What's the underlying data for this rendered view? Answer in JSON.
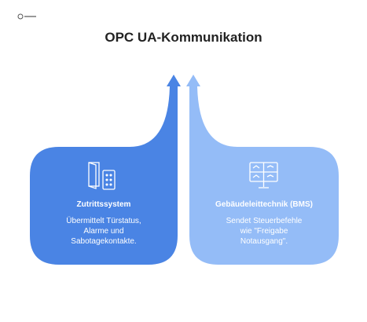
{
  "title": "OPC UA-Kommunikation",
  "colors": {
    "left_box": "#4a84e4",
    "right_box": "#94bcf7",
    "text": "#ffffff",
    "title": "#222222"
  },
  "left": {
    "heading": "Zutrittssystem",
    "desc_line1": "Übermittelt Türstatus,",
    "desc_line2": "Alarme und",
    "desc_line3": "Sabotagekontakte.",
    "icon": "door-keypad-icon"
  },
  "right": {
    "heading": "Gebäudeleittechnik (BMS)",
    "desc_line1": "Sendet Steuerbefehle",
    "desc_line2": "wie \"Freigabe",
    "desc_line3": "Notausgang\".",
    "icon": "monitor-dashboard-icon"
  }
}
